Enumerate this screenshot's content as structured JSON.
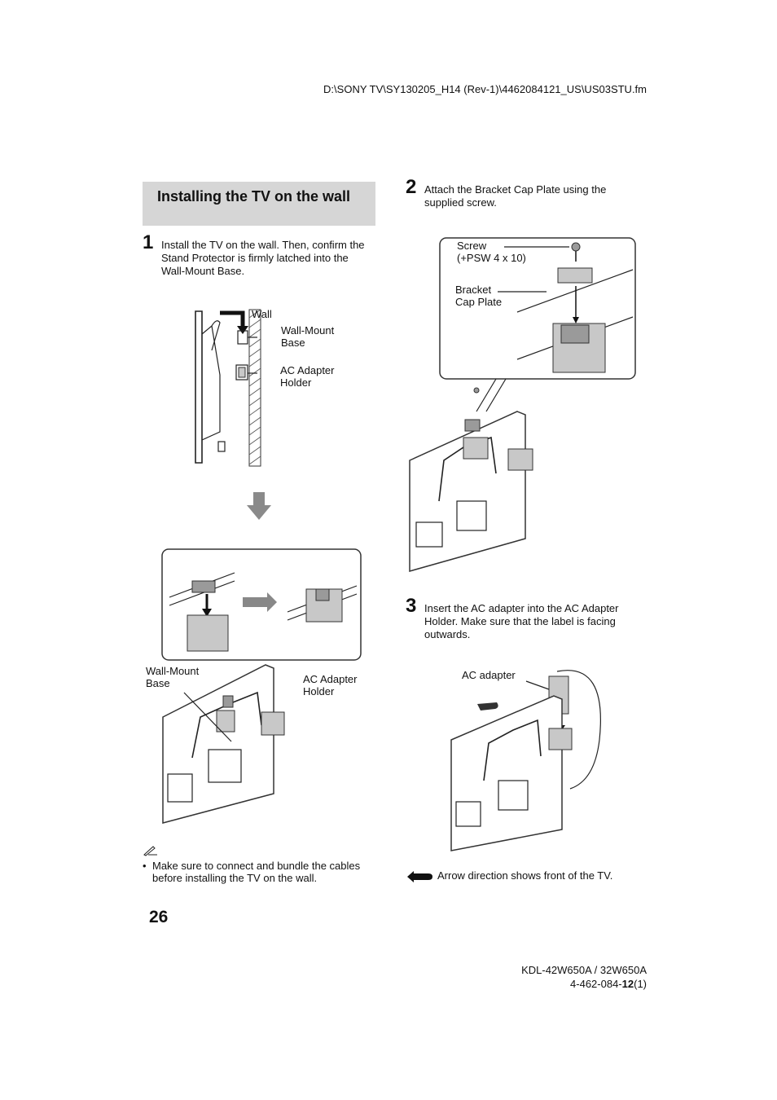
{
  "header": {
    "file_path": "D:\\SONY TV\\SY130205_H14 (Rev-1)\\4462084121_US\\US03STU.fm"
  },
  "section": {
    "title": "Installing the TV on the wall"
  },
  "steps": [
    {
      "number": "1",
      "text": "Install the TV on the wall. Then, confirm the Stand Protector is firmly latched into the Wall-Mount Base."
    },
    {
      "number": "2",
      "text": "Attach the Bracket Cap Plate using the supplied screw."
    },
    {
      "number": "3",
      "text": "Insert the AC adapter into the AC Adapter Holder. Make sure that the label is facing outwards."
    }
  ],
  "figure1": {
    "wall_label": "Wall",
    "wall_mount_base_label": "Wall-Mount\nBase",
    "ac_adapter_holder_label": "AC Adapter\nHolder"
  },
  "figure2": {
    "wall_mount_base_label": "Wall-Mount\nBase",
    "ac_adapter_holder_label": "AC Adapter\nHolder"
  },
  "figure3": {
    "screw_label": "Screw\n(+PSW 4 x 10)",
    "bracket_label": "Bracket\nCap Plate"
  },
  "figure4": {
    "ac_adapter_label": "AC adapter"
  },
  "note": {
    "icon": "note-pencil-icon",
    "bullet": "•",
    "text": "Make sure to connect and bundle the cables before installing the TV on the wall."
  },
  "legend": {
    "icon": "front-arrow-icon",
    "text": "Arrow direction shows front of the TV."
  },
  "page_number": "26",
  "footer": {
    "model": "KDL-42W650A / 32W650A",
    "code_prefix": "4-462-084-",
    "code_bold": "12",
    "code_suffix": "(1)"
  }
}
